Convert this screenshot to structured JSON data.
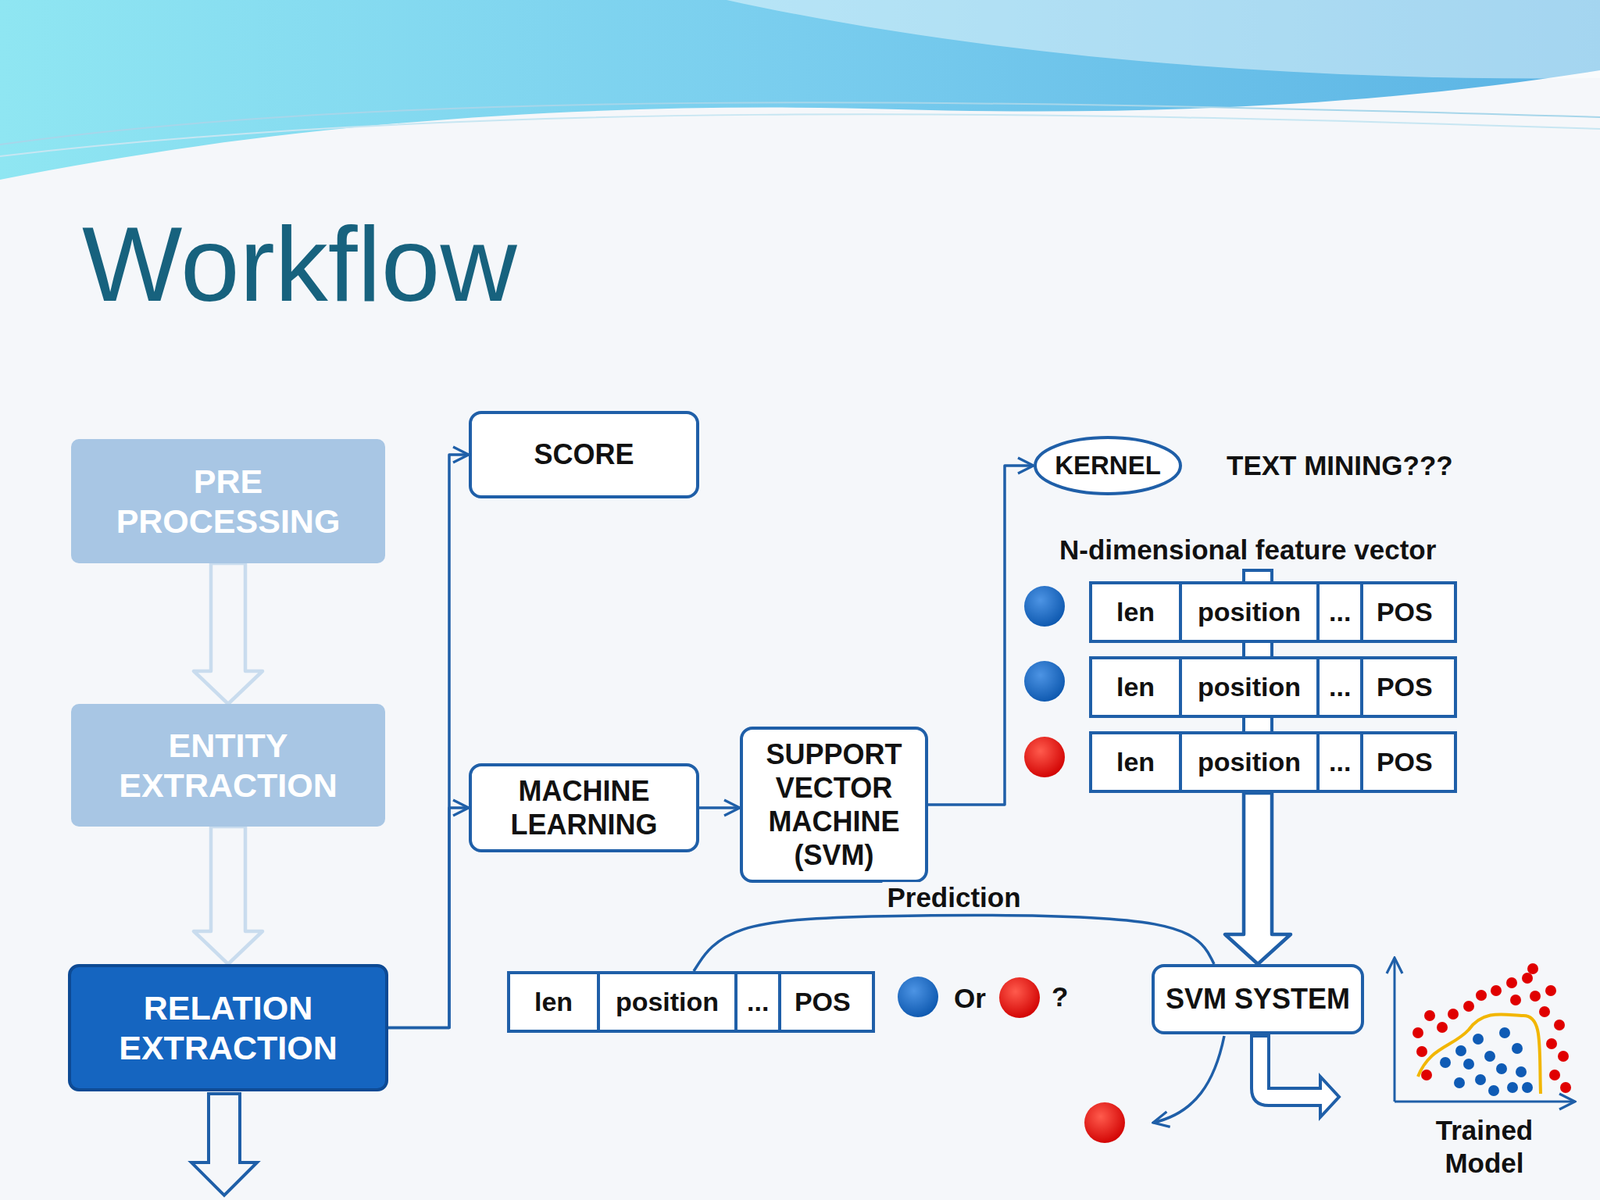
{
  "diagram": {
    "title": "Workflow",
    "nodes": [
      {
        "text": [
          "PRE PROCESSING"
        ]
      },
      {
        "text": [
          "ENTITY EXTRACTION"
        ]
      },
      {
        "text": [
          "RELATION EXTRACTION"
        ]
      },
      {
        "text": [
          "SCORE"
        ]
      },
      {
        "text": [
          "MACHINE LEARNING"
        ]
      },
      {
        "text": [
          "SUPPORT VECTOR MACHINE (SVM)"
        ]
      },
      {
        "text": [
          "KERNEL"
        ]
      },
      {
        "text": [
          "len",
          "position",
          "...",
          "POS"
        ]
      },
      {
        "text": [
          "len",
          "position",
          "...",
          "POS"
        ]
      },
      {
        "text": [
          "len",
          "position",
          "...",
          "POS"
        ]
      },
      {
        "text": [
          "len",
          "position",
          "...",
          "POS"
        ]
      },
      {
        "text": [
          "SVM SYSTEM"
        ]
      }
    ],
    "edges": [
      {
        "from": 0,
        "to": 1,
        "arrow": "to"
      },
      {
        "from": 1,
        "to": 2,
        "arrow": "to"
      },
      {
        "from": 2,
        "to": 3,
        "arrow": "to"
      },
      {
        "from": 2,
        "to": 4,
        "arrow": "to"
      },
      {
        "from": 4,
        "to": 5,
        "arrow": "to"
      },
      {
        "from": 5,
        "to": 6,
        "arrow": "to"
      },
      {
        "from": 10,
        "to": 11,
        "label": "Prediction",
        "arrow": "none"
      },
      {
        "from": 9,
        "to": 11,
        "arrow": "to"
      }
    ],
    "labels": [
      "TEXT MINING???",
      "N-dimensional feature vector",
      "Or",
      "?",
      "Trained Model"
    ]
  }
}
